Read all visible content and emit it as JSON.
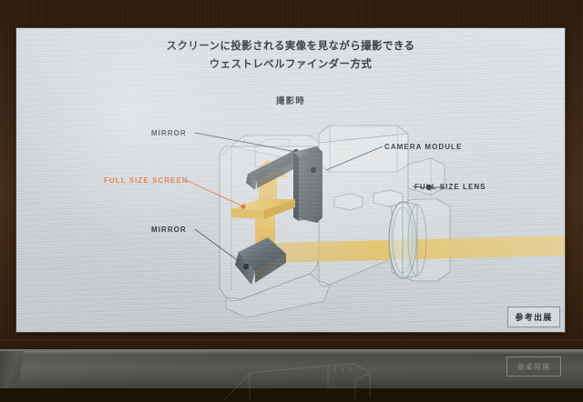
{
  "scene": {
    "background": "dark-wood-wall",
    "surface": "glass-display-case",
    "wall_color": "#3a2513",
    "glass_color": "#4b4c47"
  },
  "panel": {
    "background_color": "#d5dade",
    "title_line1": "スクリーンに投影される実像を見ながら撮影できる",
    "title_line2": "ウェストレベルファインダー方式",
    "mode_caption": "撮影時",
    "badge_text": "参考出展",
    "accent_color": "#e2642a",
    "label_color": "#222528",
    "light_beam_color": "#f2c24a"
  },
  "callouts": [
    {
      "id": "mirror-top",
      "label": "MIRROR",
      "side": "left",
      "accent": false
    },
    {
      "id": "full-size-screen",
      "label": "FULL SIZE SCREEN",
      "side": "left",
      "accent": true
    },
    {
      "id": "mirror-bottom",
      "label": "MIRROR",
      "side": "left",
      "accent": false
    },
    {
      "id": "camera-module",
      "label": "CAMERA MODULE",
      "side": "right",
      "accent": false
    },
    {
      "id": "full-size-lens",
      "label": "FULL SIZE LENS",
      "side": "right",
      "accent": false
    }
  ],
  "diagram": {
    "type": "camera-cutaway-light-path",
    "components": [
      "camera-body-wireframe",
      "upper-mirror",
      "camera-module",
      "full-size-screen",
      "lower-mirror",
      "full-size-lens",
      "light-beam"
    ]
  }
}
